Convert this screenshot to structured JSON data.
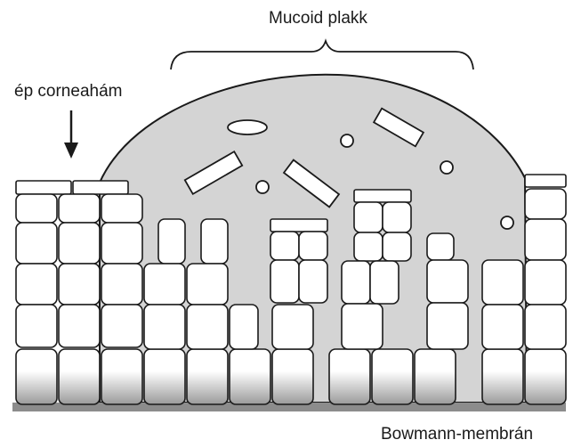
{
  "labels": {
    "mucoid_plaque": "Mucoid plakk",
    "intact_epithelium": "ép corneahám",
    "bowman_membrane": "Bowmann-membrán"
  },
  "colors": {
    "plaque_fill": "#d4d4d4",
    "cell_fill": "#ffffff",
    "outline": "#1a1a1a",
    "basal_shade": "#9a9a9a",
    "membrane": "#8c8c8c"
  },
  "icons": {
    "plaque_brace": "curly-brace",
    "cornea_arrow": "down-arrow"
  }
}
